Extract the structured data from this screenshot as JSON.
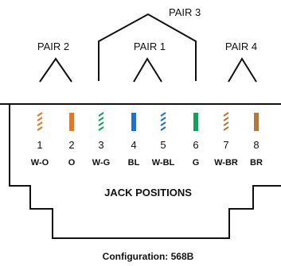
{
  "pairs": {
    "p1": "PAIR 1",
    "p2": "PAIR 2",
    "p3": "PAIR 3",
    "p4": "PAIR 4"
  },
  "pins": [
    {
      "num": "1",
      "code": "W-O",
      "color": "#E87722",
      "stripe": true
    },
    {
      "num": "2",
      "code": "O",
      "color": "#E87722",
      "stripe": false
    },
    {
      "num": "3",
      "code": "W-G",
      "color": "#13A05C",
      "stripe": true
    },
    {
      "num": "4",
      "code": "BL",
      "color": "#1F6FD6",
      "stripe": false
    },
    {
      "num": "5",
      "code": "W-BL",
      "color": "#1F6FD6",
      "stripe": true
    },
    {
      "num": "6",
      "code": "G",
      "color": "#13A05C",
      "stripe": false
    },
    {
      "num": "7",
      "code": "W-BR",
      "color": "#B8763A",
      "stripe": true
    },
    {
      "num": "8",
      "code": "BR",
      "color": "#B8763A",
      "stripe": false
    }
  ],
  "jack_label": "JACK POSITIONS",
  "configuration": "Configuration: 568B"
}
